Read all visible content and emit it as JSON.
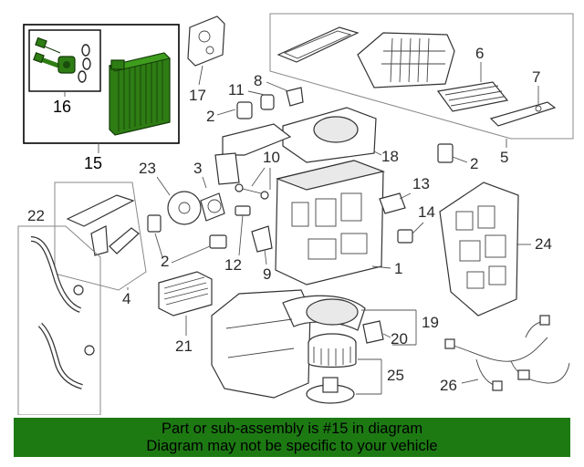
{
  "callouts": {
    "c1": "1",
    "c2a": "2",
    "c2b": "2",
    "c2c": "2",
    "c3": "3",
    "c4": "4",
    "c5": "5",
    "c6": "6",
    "c7": "7",
    "c8": "8",
    "c9": "9",
    "c10": "10",
    "c11": "11",
    "c12": "12",
    "c13": "13",
    "c14": "14",
    "c15": "15",
    "c16": "16",
    "c17": "17",
    "c18": "18",
    "c19": "19",
    "c20": "20",
    "c21": "21",
    "c22": "22",
    "c23": "23",
    "c24": "24",
    "c25": "25",
    "c26": "26"
  },
  "highlight_part": "15",
  "colors": {
    "highlight": "#2e7d14",
    "banner": "#1d7a13",
    "line": "#333333"
  },
  "banner": {
    "line1": "Part or sub-assembly is #15 in diagram",
    "line2": "Diagram may not be specific to your vehicle"
  }
}
